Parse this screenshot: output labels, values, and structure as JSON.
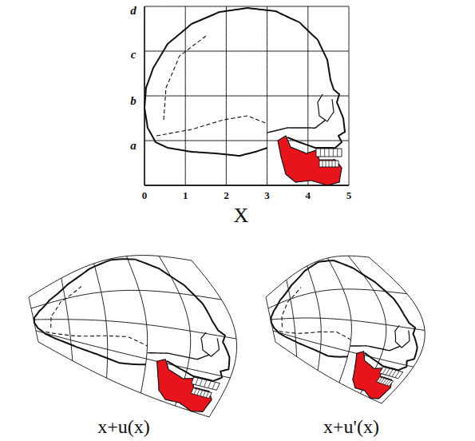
{
  "diagram": {
    "labels": [
      "d",
      "c",
      "b",
      "a",
      "0",
      "1",
      "2",
      "3",
      "4",
      "5",
      "X",
      "x+u(x)",
      "x+u'(x)"
    ]
  }
}
